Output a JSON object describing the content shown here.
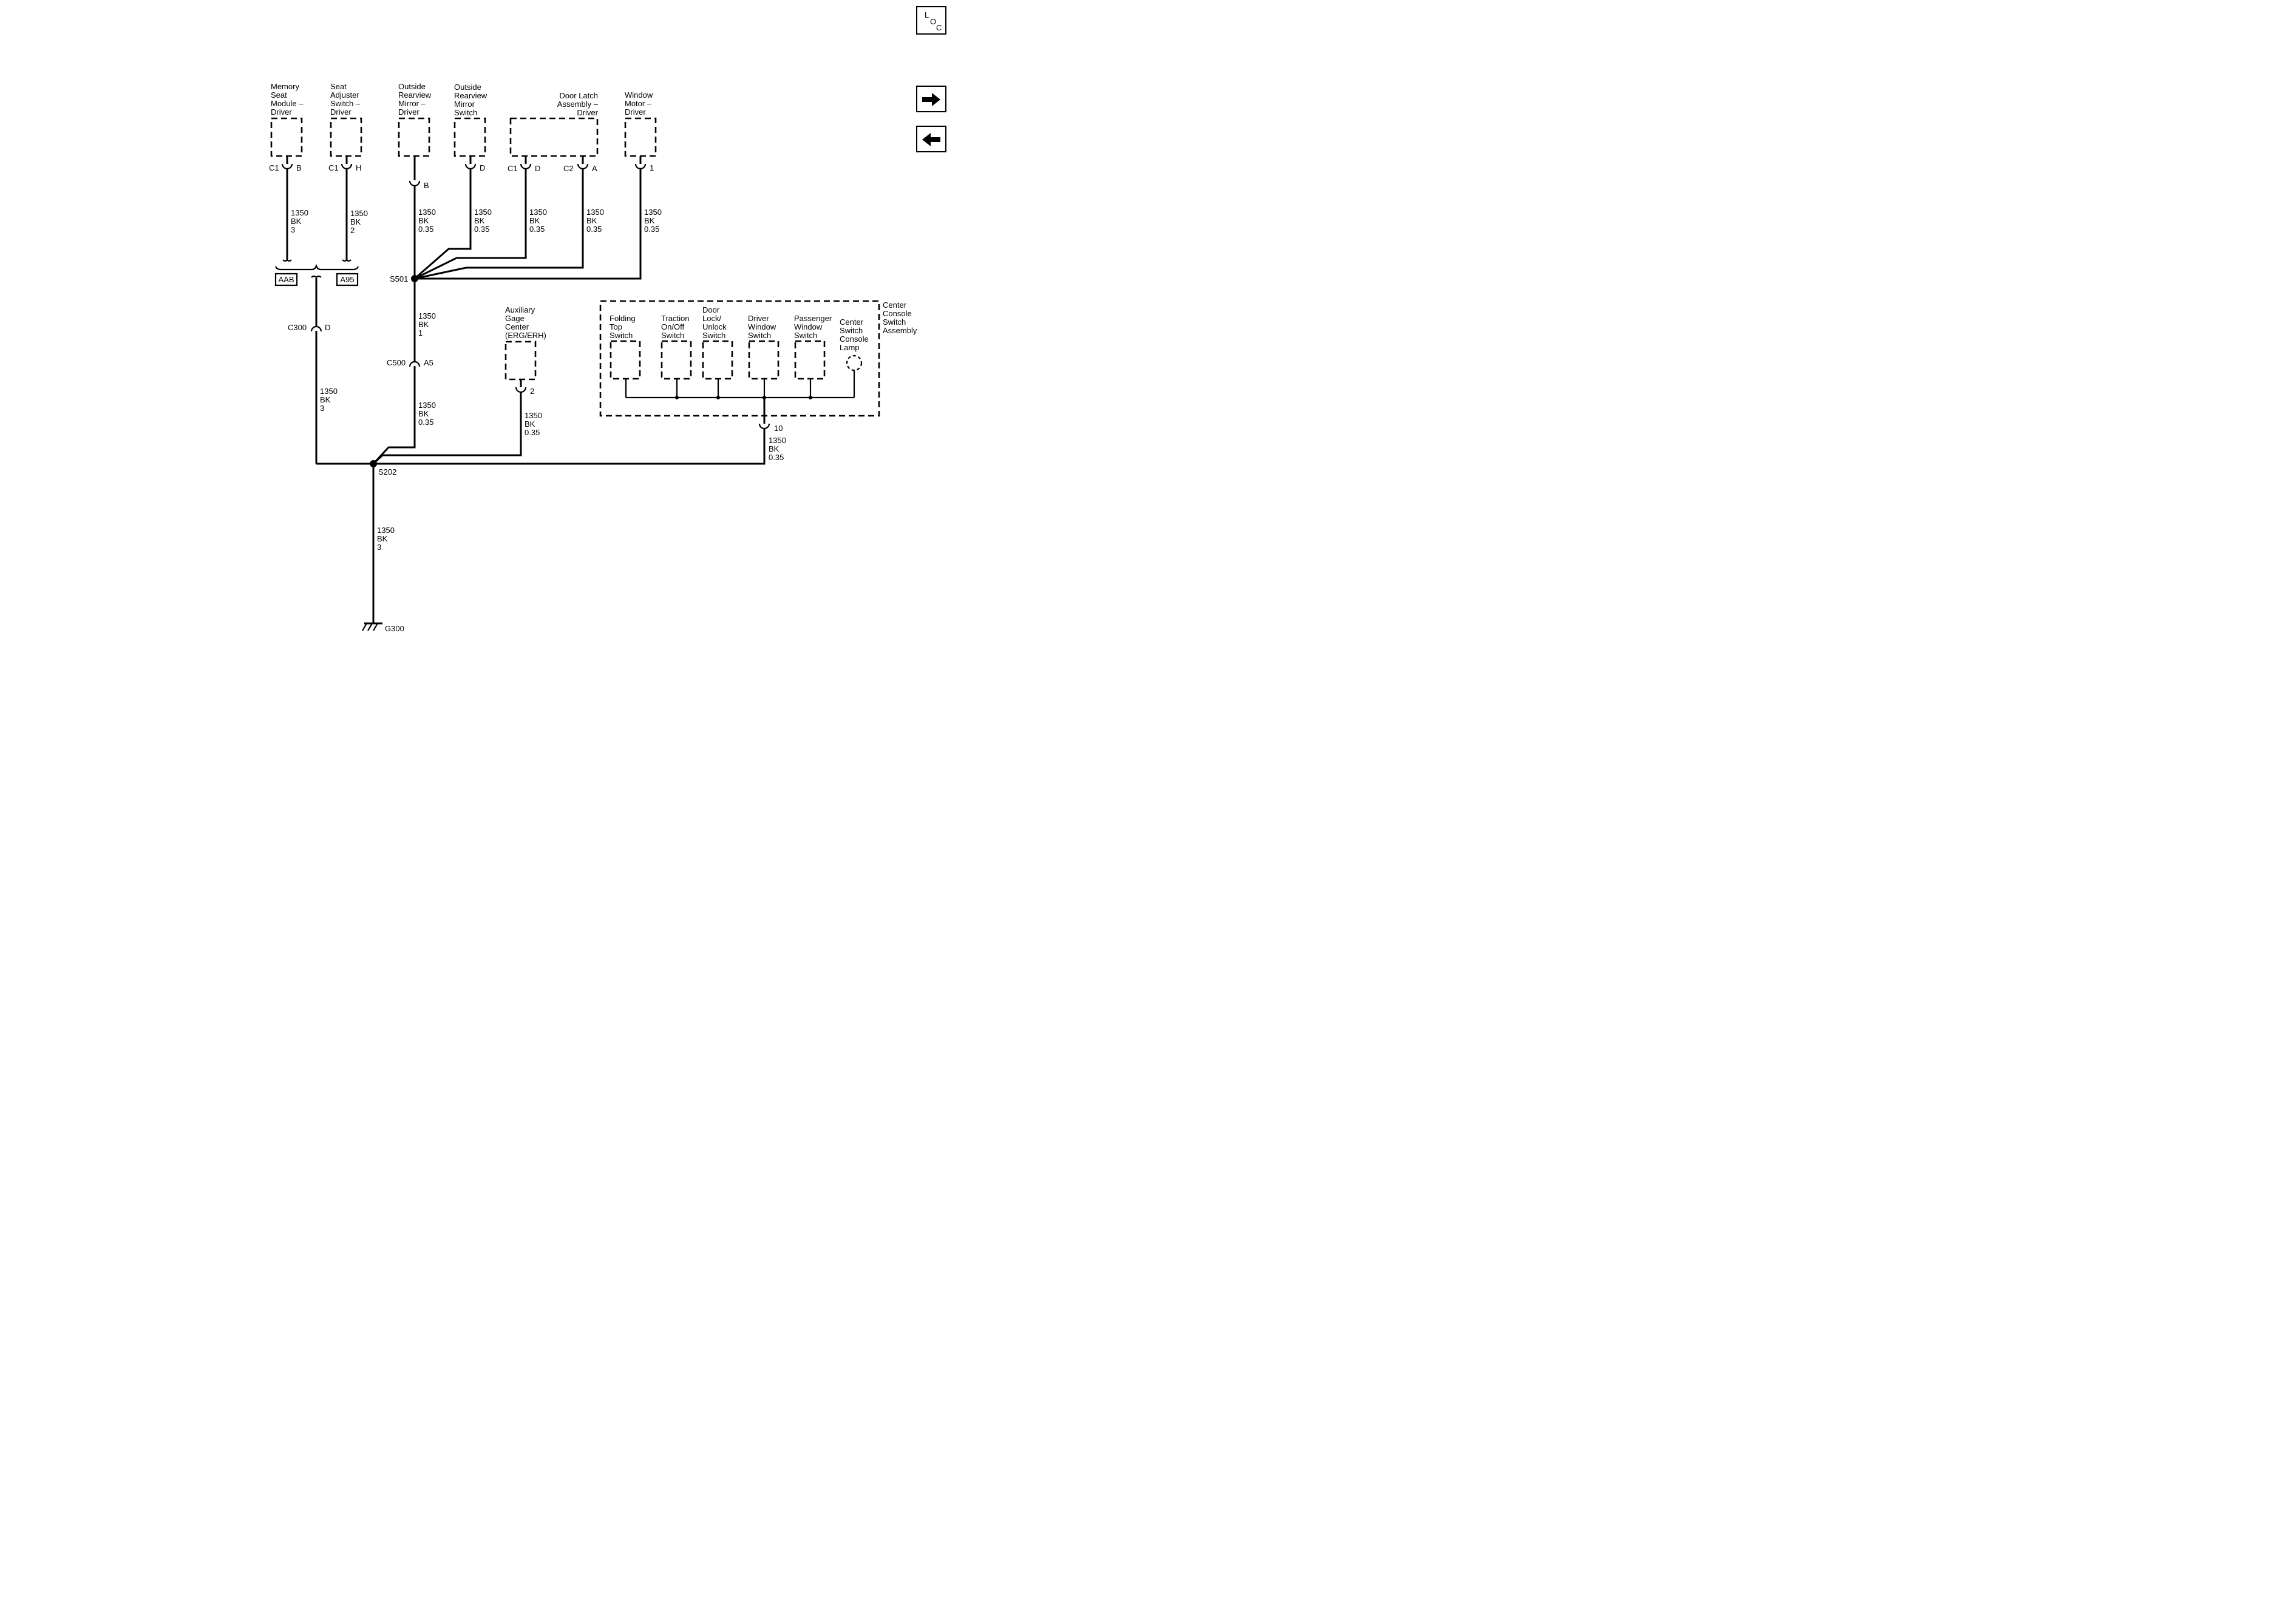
{
  "nav": {
    "loc_l": "L",
    "loc_o": "O",
    "loc_c": "C",
    "forward_icon": "arrow-right-icon",
    "back_icon": "arrow-left-icon"
  },
  "components": {
    "memory_seat": [
      "Memory",
      "Seat",
      "Module –",
      "Driver"
    ],
    "seat_adjuster": [
      "Seat",
      "Adjuster",
      "Switch –",
      "Driver"
    ],
    "mirror_driver": [
      "Outside",
      "Rearview",
      "Mirror –",
      "Driver"
    ],
    "mirror_switch": [
      "Outside",
      "Rearview",
      "Mirror",
      "Switch"
    ],
    "door_latch": [
      "Door Latch",
      "Assembly –",
      "Driver"
    ],
    "window_motor": [
      "Window",
      "Motor –",
      "Driver"
    ],
    "aux_gage": [
      "Auxiliary",
      "Gage",
      "Center",
      "(ERG/ERH)"
    ],
    "console_assembly": [
      "Center",
      "Console",
      "Switch",
      "Assembly"
    ],
    "folding_top": [
      "Folding",
      "Top",
      "Switch"
    ],
    "traction": [
      "Traction",
      "On/Off",
      "Switch"
    ],
    "door_lock": [
      "Door",
      "Lock/",
      "Unlock",
      "Switch"
    ],
    "driver_window": [
      "Driver",
      "Window",
      "Switch"
    ],
    "passenger_window": [
      "Passenger",
      "Window",
      "Switch"
    ],
    "console_lamp": [
      "Center",
      "Switch",
      "Console",
      "Lamp"
    ]
  },
  "pins": {
    "memory_conn": "C1",
    "memory_pin": "B",
    "seat_conn": "C1",
    "seat_pin": "H",
    "mirror_pin": "B",
    "mirror_switch_pin": "D",
    "latch_c1": "C1",
    "latch_c1_pin": "D",
    "latch_c2": "C2",
    "latch_c2_pin": "A",
    "window_pin": "1",
    "aux_pin": "2",
    "console_pin": "10",
    "c300": "C300",
    "c300_pin": "D",
    "c500": "C500",
    "c500_pin": "A5"
  },
  "wires": {
    "memory": [
      "1350",
      "BK",
      "3"
    ],
    "seat": [
      "1350",
      "BK",
      "2"
    ],
    "mirror": [
      "1350",
      "BK",
      "0.35"
    ],
    "mirror_switch": [
      "1350",
      "BK",
      "0.35"
    ],
    "latch_d": [
      "1350",
      "BK",
      "0.35"
    ],
    "latch_a": [
      "1350",
      "BK",
      "0.35"
    ],
    "window": [
      "1350",
      "BK",
      "0.35"
    ],
    "s501_c500": [
      "1350",
      "BK",
      "1"
    ],
    "c500_s202": [
      "1350",
      "BK",
      "0.35"
    ],
    "c300_s202": [
      "1350",
      "BK",
      "3"
    ],
    "aux": [
      "1350",
      "BK",
      "0.35"
    ],
    "console": [
      "1350",
      "BK",
      "0.35"
    ],
    "ground": [
      "1350",
      "BK",
      "3"
    ]
  },
  "options": {
    "aab": "AAB",
    "a95": "A95"
  },
  "splices": {
    "s501": "S501",
    "s202": "S202"
  },
  "ground": {
    "label": "G300",
    "icon": "ground-symbol-icon"
  }
}
